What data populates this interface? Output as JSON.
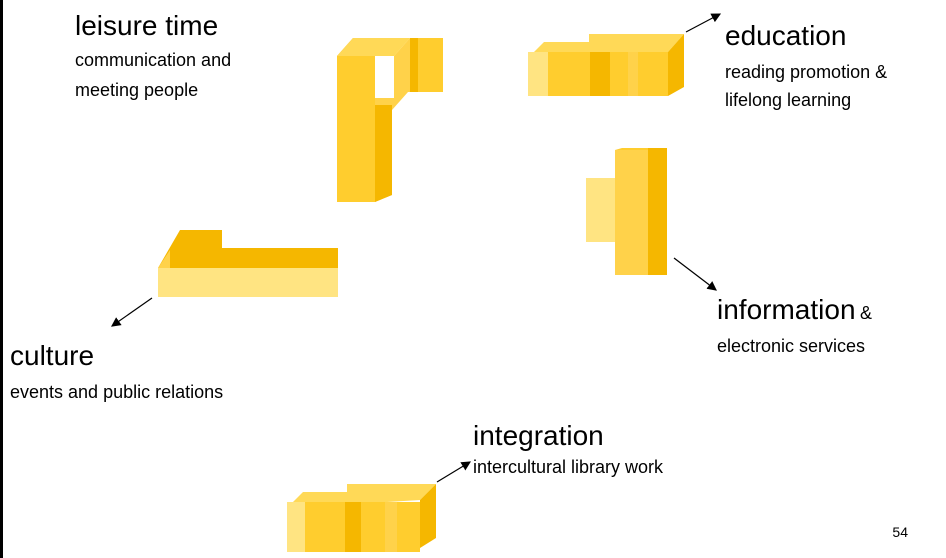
{
  "areas": {
    "leisure": {
      "title": "leisure time",
      "desc_1": "communication and",
      "desc_2": "meeting people"
    },
    "education": {
      "title": "education",
      "desc_1": "reading promotion &",
      "desc_2": "lifelong learning"
    },
    "information": {
      "title": "information",
      "amp": "&",
      "desc_1": "electronic services"
    },
    "culture": {
      "title": "culture",
      "desc_1": "events and public relations"
    },
    "integration": {
      "title": "integration",
      "desc_1": "intercultural library work"
    }
  },
  "page_number": "54",
  "colors": {
    "block_front": "#FFCD2E",
    "block_side": "#F5B700",
    "block_top": "#FFD957",
    "block_light": "#FFE482",
    "arrow": "#000000"
  }
}
